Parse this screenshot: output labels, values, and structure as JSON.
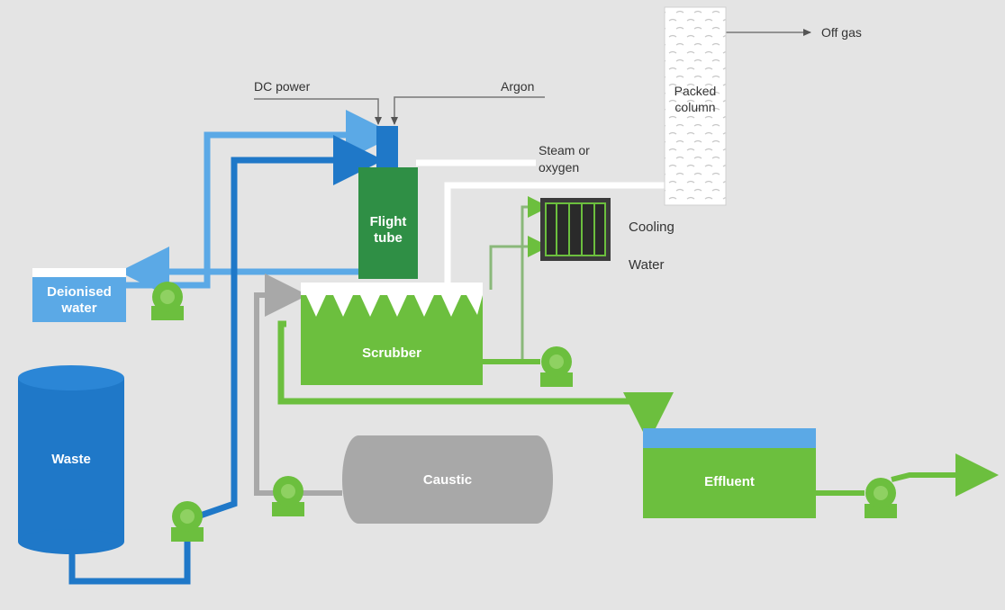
{
  "labels": {
    "dc_power": "DC power",
    "argon": "Argon",
    "steam_oxygen_line1": "Steam or",
    "steam_oxygen_line2": "oxygen",
    "packed_column_line1": "Packed",
    "packed_column_line2": "column",
    "off_gas": "Off gas",
    "flight_tube_line1": "Flight",
    "flight_tube_line2": "tube",
    "cooling": "Cooling",
    "water": "Water",
    "deionised_water_line1": "Deionised",
    "deionised_water_line2": "water",
    "scrubber": "Scrubber",
    "waste": "Waste",
    "caustic": "Caustic",
    "effluent": "Effluent"
  },
  "colors": {
    "background": "#e4e4e4",
    "blue_light": "#5ba9e6",
    "blue_dark": "#1f78c8",
    "green": "#6cbf3e",
    "green_dark": "#2f8f45",
    "grey": "#a8a8a8",
    "white": "#ffffff"
  }
}
